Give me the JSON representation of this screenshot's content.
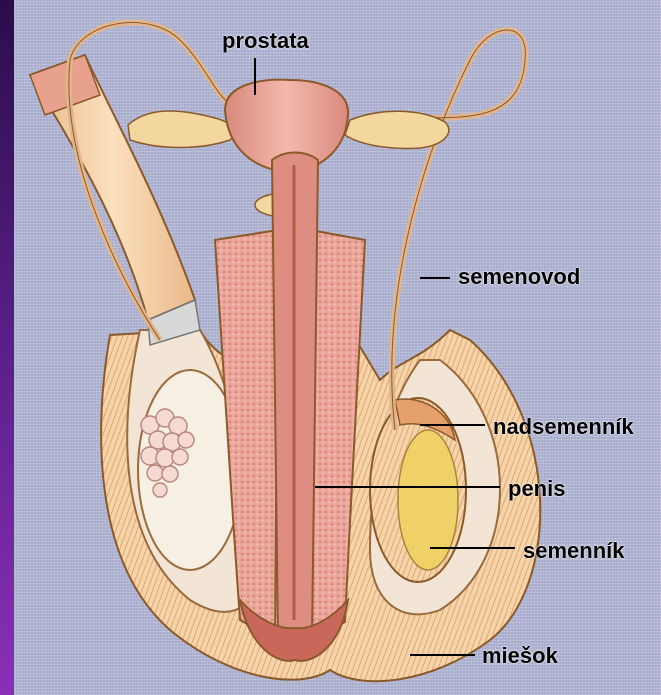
{
  "labels": {
    "prostata": "prostata",
    "semenovod": "semenovod",
    "nadsemennik": "nadsemenník",
    "penis": "penis",
    "semennik": "semenník",
    "miesok": "miešok"
  },
  "colors": {
    "background": "#a9adcd",
    "left_bar": "#5b1f8a",
    "skin": "#f4c99a",
    "tissue_pink": "#eba49b",
    "tissue_dark": "#c46a5a",
    "outline": "#8a5a2a",
    "label_text": "#000000"
  }
}
